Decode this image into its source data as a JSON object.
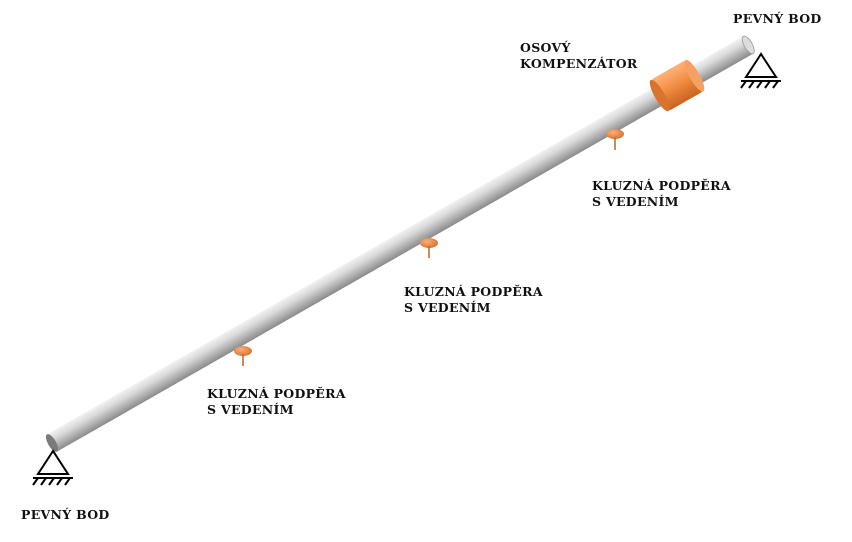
{
  "labels": {
    "fixed_point_top": "PEVNÝ BOD",
    "fixed_point_bottom": "PEVNÝ BOD",
    "compensator_line1": "OSOVÝ",
    "compensator_line2": "KOMPENZÁTOR",
    "support_top_line1": "KLUZNÁ PODPĚRA",
    "support_top_line2": "S VEDENÍM",
    "support_mid_line1": "KLUZNÁ PODPĚRA",
    "support_mid_line2": "S VEDENÍM",
    "support_low_line1": "KLUZNÁ PODPĚRA",
    "support_low_line2": "S VEDENÍM"
  },
  "colors": {
    "pipe_dark": "#8f8f8f",
    "pipe_light": "#e6e6e6",
    "compensator": "#f08a40",
    "support": "#e98d4e",
    "text": "#111111"
  }
}
